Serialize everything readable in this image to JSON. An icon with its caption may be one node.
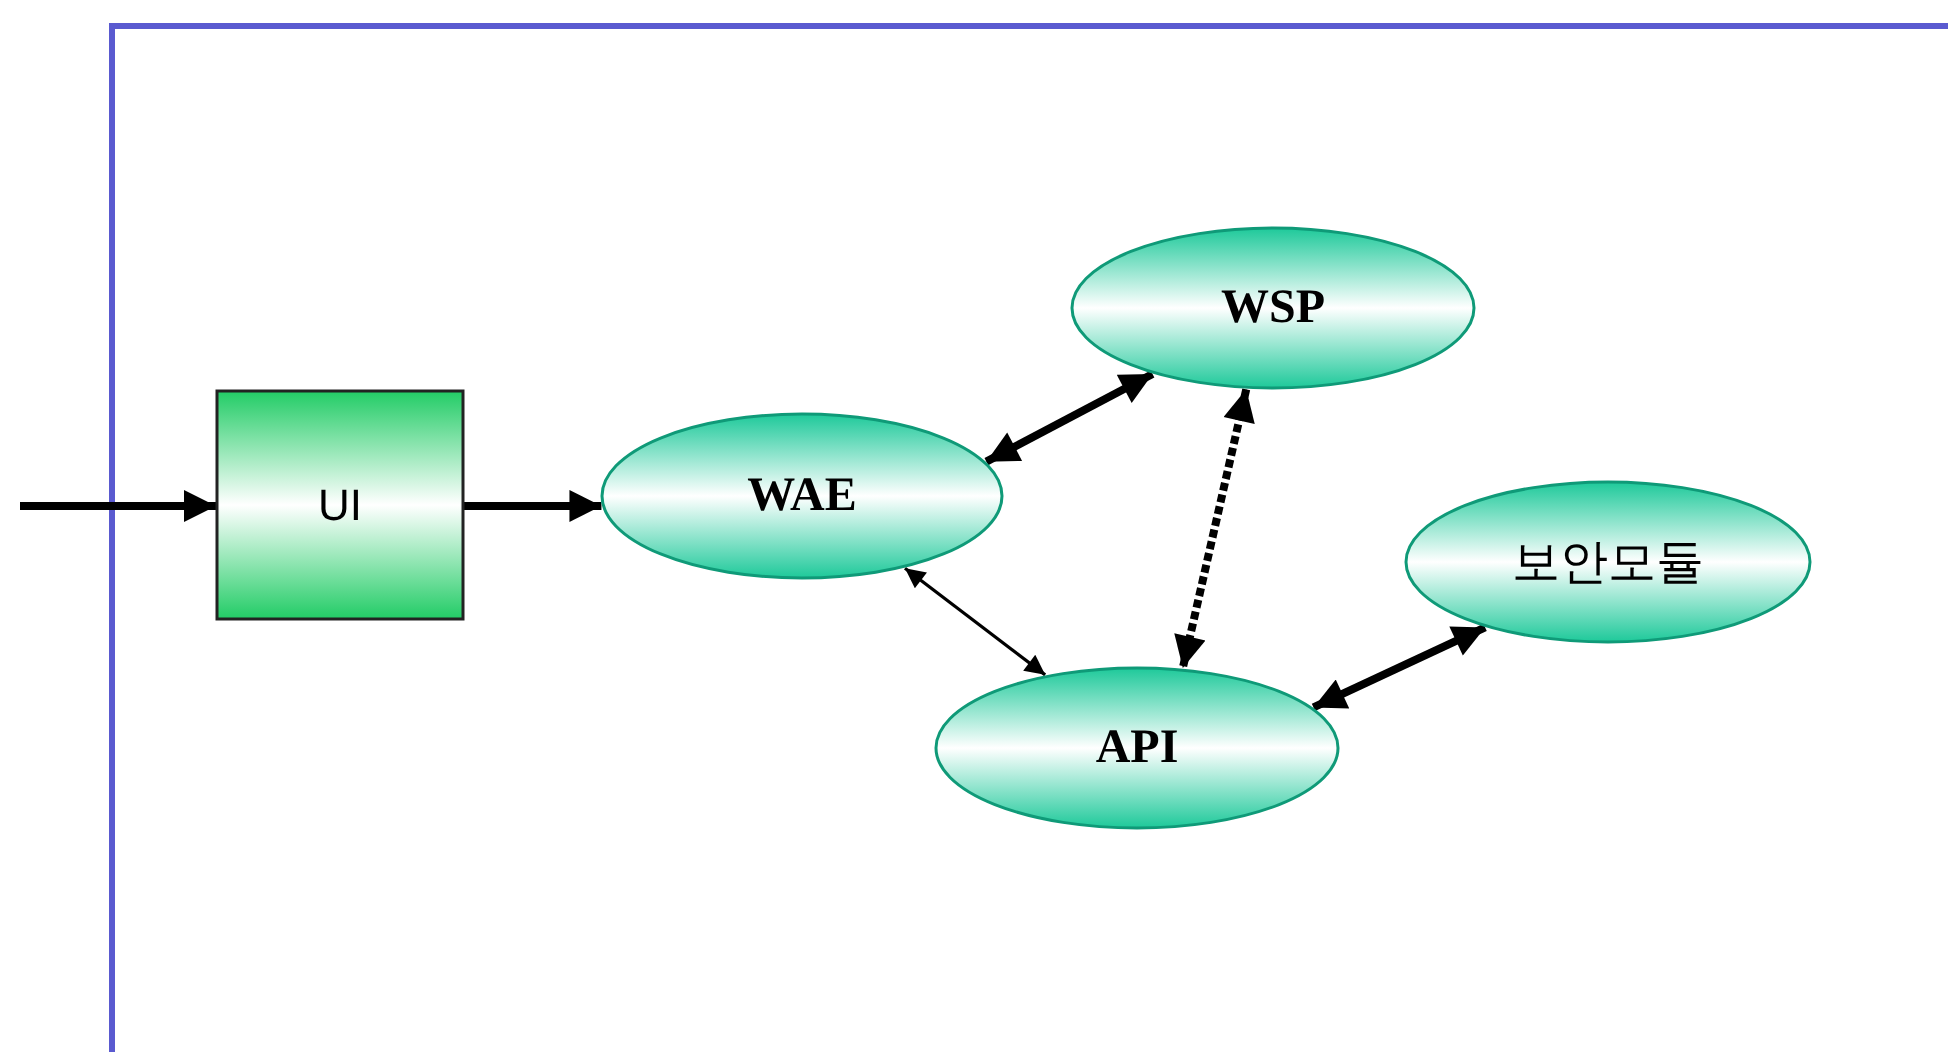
{
  "diagram": {
    "nodes": [
      {
        "text": [
          "UI"
        ]
      },
      {
        "text": [
          "WAE"
        ]
      },
      {
        "text": [
          "WSP"
        ]
      },
      {
        "text": [
          "보안모듈"
        ]
      },
      {
        "text": [
          "API"
        ]
      }
    ],
    "edges": [
      {
        "from": null,
        "to": 0,
        "arrow": "to"
      },
      {
        "from": 0,
        "to": 1,
        "arrow": "to"
      },
      {
        "from": 1,
        "to": 2,
        "arrow": "both"
      },
      {
        "from": 1,
        "to": 4,
        "arrow": "both"
      },
      {
        "from": 2,
        "to": 4,
        "arrow": "both",
        "style": "dashed"
      },
      {
        "from": 4,
        "to": 3,
        "arrow": "both"
      }
    ]
  }
}
